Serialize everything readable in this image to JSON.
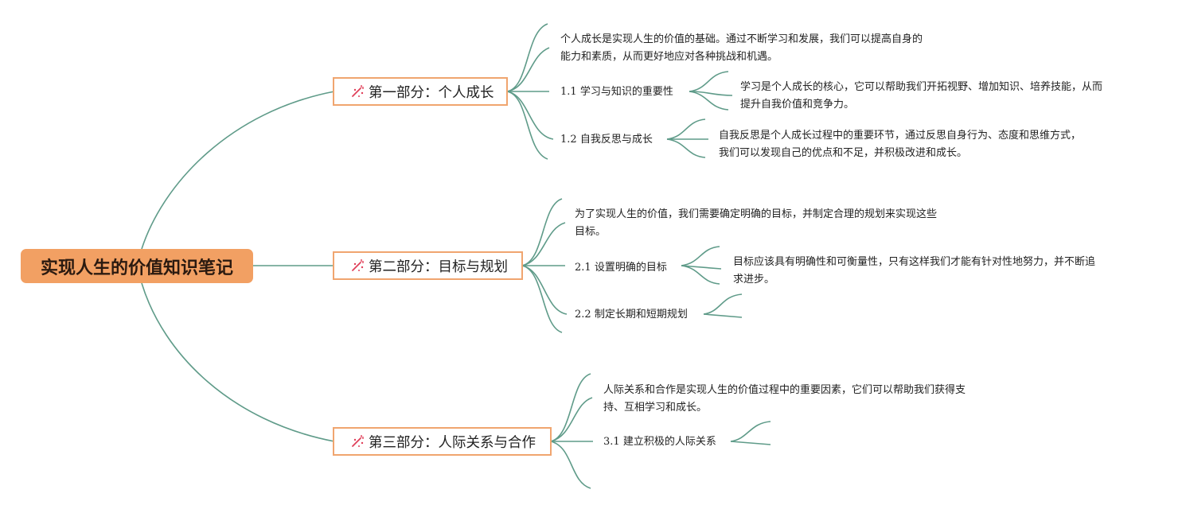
{
  "root": {
    "title": "实现人生的价值知识笔记"
  },
  "sections": [
    {
      "title": "第一部分：个人成长",
      "intro": [
        "个人成长是实现人生的价值的基础。通过不断学习和发展，我们可以提高自身的",
        "能力和素质，从而更好地应对各种挑战和机遇。"
      ],
      "subs": [
        {
          "num": "1.1",
          "label": "学习与知识的重要性",
          "detail": [
            "学习是个人成长的核心，它可以帮助我们开拓视野、增加知识、培养技能，从而",
            "提升自我价值和竞争力。"
          ]
        },
        {
          "num": "1.2",
          "label": "自我反思与成长",
          "detail": [
            "自我反思是个人成长过程中的重要环节，通过反思自身行为、态度和思维方式，",
            "我们可以发现自己的优点和不足，并积极改进和成长。"
          ]
        }
      ]
    },
    {
      "title": "第二部分：目标与规划",
      "intro": [
        "为了实现人生的价值，我们需要确定明确的目标，并制定合理的规划来实现这些",
        "目标。"
      ],
      "subs": [
        {
          "num": "2.1",
          "label": "设置明确的目标",
          "detail": [
            "目标应该具有明确性和可衡量性，只有这样我们才能有针对性地努力，并不断追",
            "求进步。"
          ]
        },
        {
          "num": "2.2",
          "label": "制定长期和短期规划",
          "detail": []
        }
      ]
    },
    {
      "title": "第三部分：人际关系与合作",
      "intro": [
        "人际关系和合作是实现人生的价值过程中的重要因素，它们可以帮助我们获得支",
        "持、互相学习和成长。"
      ],
      "subs": [
        {
          "num": "3.1",
          "label": "建立积极的人际关系",
          "detail": []
        }
      ]
    }
  ],
  "colors": {
    "link": "#5f9b89",
    "root_fill": "#f2a063",
    "section_border": "#f0a56f",
    "icon": "#e0405a"
  },
  "icons": {
    "section": "magic-wand-icon"
  }
}
